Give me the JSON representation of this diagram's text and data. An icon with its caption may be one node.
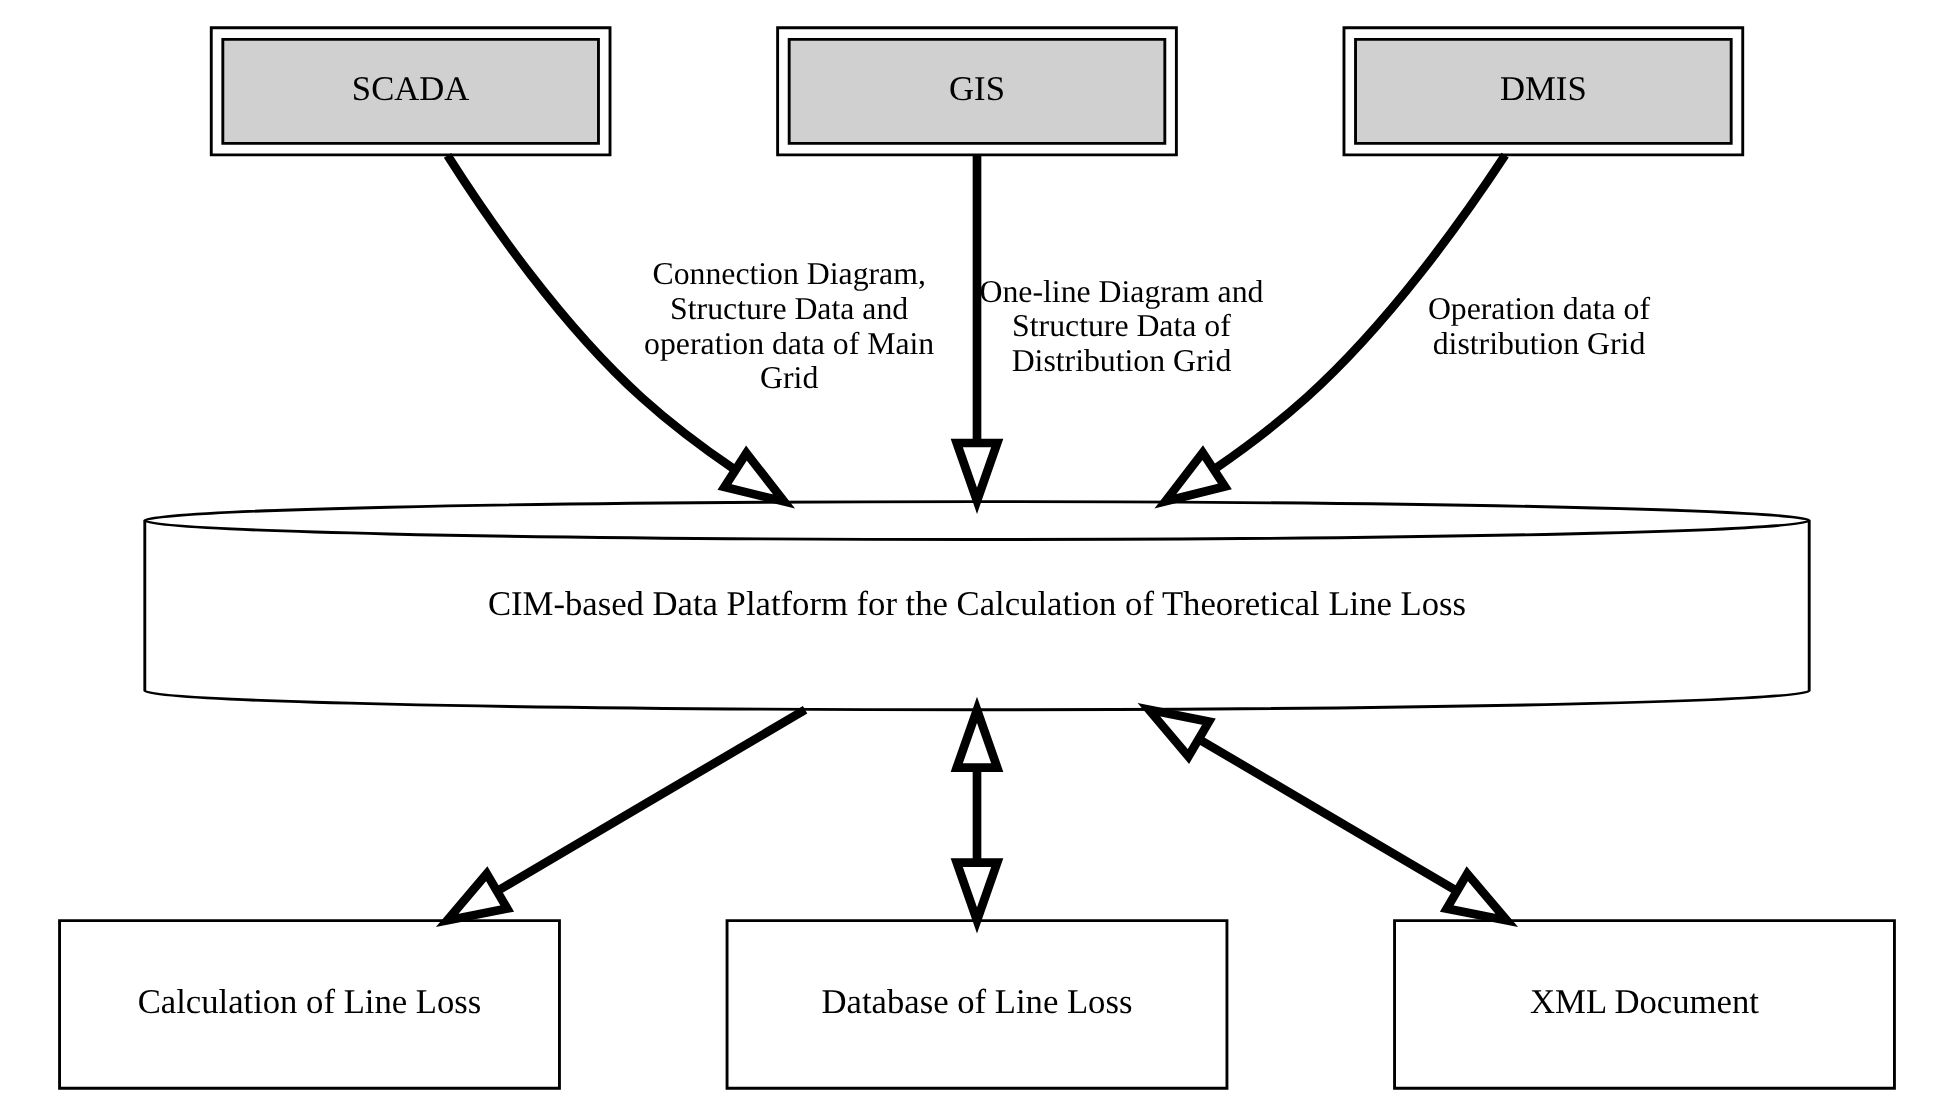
{
  "diagram": {
    "nodes": [
      {
        "text": [
          "SCADA"
        ]
      },
      {
        "text": [
          "GIS"
        ]
      },
      {
        "text": [
          "DMIS"
        ]
      },
      {
        "text": [
          "CIM-based Data Platform for the Calculation of Theoretical Line Loss"
        ]
      },
      {
        "text": [
          "Calculation of Line Loss"
        ]
      },
      {
        "text": [
          "Database of Line Loss"
        ]
      },
      {
        "text": [
          "XML Document"
        ]
      }
    ],
    "edges": [
      {
        "from": 0,
        "to": 3,
        "arrow": "to",
        "label": "Connection Diagram, Structure Data and operation data of Main Grid"
      },
      {
        "from": 1,
        "to": 3,
        "arrow": "to",
        "label": "One-line Diagram and Structure Data of Distribution Grid"
      },
      {
        "from": 2,
        "to": 3,
        "arrow": "to",
        "label": "Operation data of distribution Grid"
      },
      {
        "from": 3,
        "to": 4,
        "arrow": "to"
      },
      {
        "from": 3,
        "to": 5,
        "arrow": "both"
      },
      {
        "from": 3,
        "to": 6,
        "arrow": "both"
      }
    ]
  }
}
